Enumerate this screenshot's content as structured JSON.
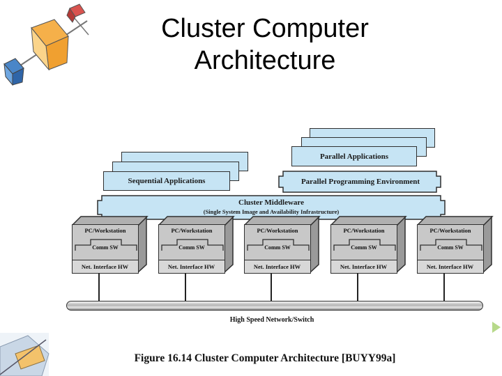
{
  "slide": {
    "title_line1": "Cluster Computer",
    "title_line2": "Architecture"
  },
  "diagram": {
    "parallel_applications": "Parallel Applications",
    "sequential_applications": "Sequential Applications",
    "parallel_programming_environment": "Parallel Programming Environment",
    "middleware_title": "Cluster Middleware",
    "middleware_subtitle": "(Single System Image and Availability Infrastructure)",
    "nodes": [
      {
        "pc": "PC/Workstation",
        "comm": "Comm SW",
        "net": "Net. Interface HW"
      },
      {
        "pc": "PC/Workstation",
        "comm": "Comm SW",
        "net": "Net. Interface HW"
      },
      {
        "pc": "PC/Workstation",
        "comm": "Comm SW",
        "net": "Net. Interface HW"
      },
      {
        "pc": "PC/Workstation",
        "comm": "Comm SW",
        "net": "Net. Interface HW"
      },
      {
        "pc": "PC/Workstation",
        "comm": "Comm SW",
        "net": "Net. Interface HW"
      }
    ],
    "network_label": "High Speed Network/Switch",
    "caption": "Figure 16.14   Cluster Computer Architecture [BUYY99a]"
  },
  "colors": {
    "layer_fill": "#c6e4f4",
    "node_fill": "#c8c8c8",
    "outline": "#2f2f2f"
  }
}
